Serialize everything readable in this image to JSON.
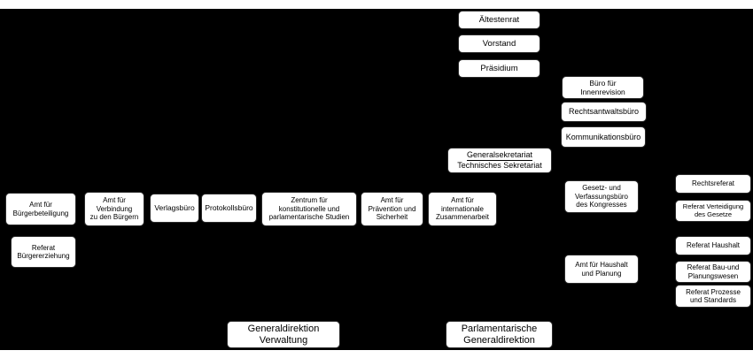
{
  "meta": {
    "background_color": "#000000",
    "page_margin_color": "#ffffff",
    "node_background": "#ffffff",
    "node_text_color": "#000000"
  },
  "org_chart": {
    "leadership": {
      "aeltestenrat": "Ältestenrat",
      "vorstand": "Vorstand",
      "praesidium": "Präsidium"
    },
    "secretariat": {
      "line1": "Generalsekretariat",
      "line2": "Technisches Sekretariat"
    },
    "staff_offices": {
      "innenrevision": "Büro für\nInnenrevision",
      "rechtsantwaltsbuero": "Rechtsantwaltsbüro",
      "kommunikationsbuero": "Kommunikationsbüro"
    },
    "departments": {
      "buergerbeteiligung": "Amt für\nBürgerbeteiligung",
      "verbindung_buerger": "Amt für\nVerbindung\nzu den Bürgern",
      "verlagsbuero": "Verlagsbüro",
      "protokollsbuero": "Protokollsbüro",
      "zentrum_studien": "Zentrum für\nkonstitutionelle und\nparlamentarische Studien",
      "praevention": "Amt für\nPrävention und\nSicherheit",
      "internationale": "Amt für\ninternationale\nZusammenarbeit",
      "buergererziehung": "Referat\nBürgererziehung"
    },
    "right_offices": {
      "gesetz_verfassung": "Gesetz- und\nVerfassungsbüro\ndes Kongresses",
      "haushalt_planung": "Amt für Haushalt\nund Planung"
    },
    "referate": {
      "rechtsreferat": "Rechtsreferat",
      "verteidigung_gesetze": "Referat Verteidigung\ndes Gesetze",
      "haushalt": "Referat Haushalt",
      "bau_planung": "Referat Bau-und\nPlanungswesen",
      "prozesse_standards": "Referat Prozesse\nund Standards"
    },
    "directorates": {
      "verwaltung": "Generaldirektion\nVerwaltung",
      "parlamentarisch": "Parlamentarische\nGeneraldirektion"
    }
  }
}
